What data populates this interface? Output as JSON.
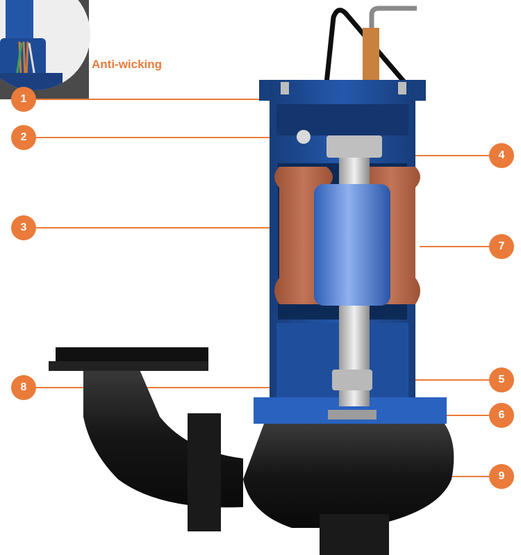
{
  "inset_label": "Anti-wicking",
  "callouts": [
    {
      "id": "1",
      "label": "1"
    },
    {
      "id": "2",
      "label": "2"
    },
    {
      "id": "3",
      "label": "3"
    },
    {
      "id": "4",
      "label": "4"
    },
    {
      "id": "5",
      "label": "5"
    },
    {
      "id": "6",
      "label": "6"
    },
    {
      "id": "7",
      "label": "7"
    },
    {
      "id": "8",
      "label": "8"
    },
    {
      "id": "9",
      "label": "9"
    }
  ],
  "colors": {
    "accent": "#ea7b3a",
    "casing_blue": "#1f4f9c",
    "winding_copper": "#b8664a",
    "rotor_blue": "#4a7bd0",
    "shaft_silver": "#c9c9c9",
    "volute_black": "#1a1a1a"
  }
}
